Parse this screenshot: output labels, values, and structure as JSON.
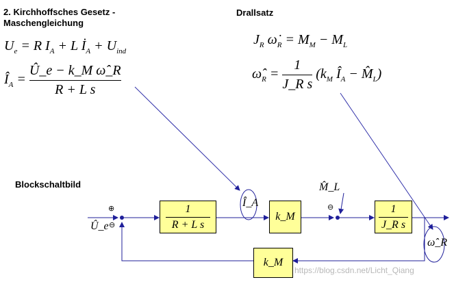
{
  "headings": {
    "kirchhoff_line1": "2. Kirchhoffsches Gesetz -",
    "kirchhoff_line2": "Maschengleichung",
    "drallsatz": "Drallsatz",
    "blockschaltbild": "Blockschaltbild"
  },
  "equations": {
    "mesh": "U_e = R I_A + L İ_A + U_ind",
    "current_num": "Û_e − k_M ω̂_R",
    "current_den": "R + L s",
    "drall": "J_R ω̇_R = M_M − M_L",
    "omega_num": "1",
    "omega_den": "J_R s"
  },
  "blocks": {
    "electrical_num": "1",
    "electrical_den": "R + L s",
    "motor_const": "k_M",
    "mechanical_num": "1",
    "mechanical_den": "J_R s",
    "feedback_const": "k_M"
  },
  "signals": {
    "input": "Û_e",
    "current": "Î_A",
    "load_torque": "M̂_L",
    "output": "ω̂_R"
  },
  "signs": {
    "plus": "⊕",
    "minus": "⊖"
  },
  "watermark": "https://blog.csdn.net/Licht_Qiang",
  "colors": {
    "block_fill": "#ffff99",
    "arrow_blue": "#1f1f9a",
    "line_blue": "#3333aa"
  }
}
